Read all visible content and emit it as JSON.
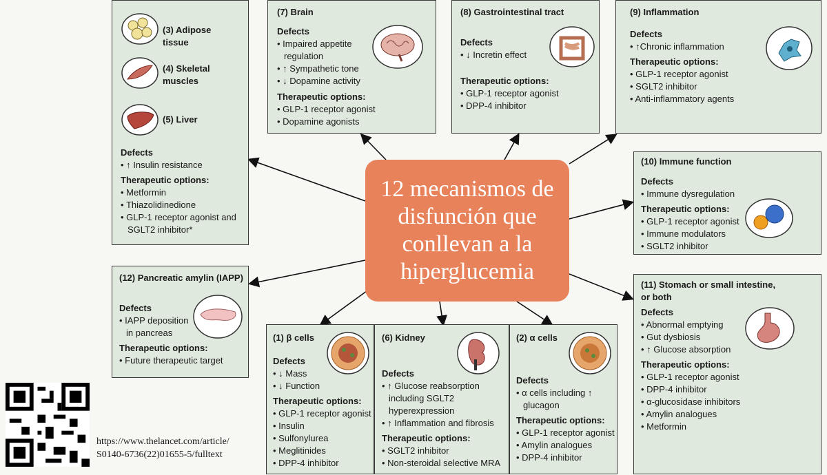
{
  "center_text": [
    "12 mecanismos de",
    "disfunción que",
    "conllevan a la",
    "hiperglucemia"
  ],
  "defects_label": "Defects",
  "therapy_label": "Therapeutic options:",
  "adipose_box": {
    "adipose_title": "(3) Adipose",
    "adipose_title2": "tissue",
    "muscle_title": "(4) Skeletal",
    "muscle_title2": "muscles",
    "liver_title": "(5) Liver",
    "defects": [
      "↑ Insulin resistance"
    ],
    "therapy": [
      "Metformin",
      "Thiazolidinedione",
      "GLP-1 receptor agonist and SGLT2 inhibitor*"
    ]
  },
  "brain": {
    "title": "(7) Brain",
    "defects": [
      "Impaired appetite regulation",
      "↑ Sympathetic tone",
      "↓ Dopamine activity"
    ],
    "therapy": [
      "GLP-1 receptor agonist",
      "Dopamine agonists"
    ]
  },
  "gi": {
    "title": "(8) Gastrointestinal  tract",
    "defects": [
      "↓ Incretin effect"
    ],
    "therapy": [
      "GLP-1 receptor agonist",
      "DPP-4 inhibitor"
    ]
  },
  "inflammation": {
    "title": "(9) Inflammation",
    "defects": [
      "↑Chronic inflammation"
    ],
    "therapy": [
      "GLP-1 receptor agonist",
      "SGLT2 inhibitor",
      "Anti-inflammatory agents"
    ]
  },
  "immune": {
    "title": "(10) Immune function",
    "defects": [
      "Immune dysregulation"
    ],
    "therapy": [
      "GLP-1 receptor agonist",
      "Immune modulators",
      "SGLT2 inhibitor"
    ]
  },
  "stomach": {
    "title": "(11) Stomach or small intestine,",
    "title2": "or both",
    "defects": [
      "Abnormal emptying",
      "Gut dysbiosis",
      "↑ Glucose absorption"
    ],
    "therapy": [
      "GLP-1 receptor agonist",
      "DPP-4 inhibitor",
      "α-glucosidase inhibitors",
      "Amylin analogues",
      "Metformin"
    ]
  },
  "amylin": {
    "title": "(12) Pancreatic amylin (IAPP)",
    "defects": [
      "IAPP deposition in pancreas"
    ],
    "therapy": [
      "Future therapeutic target"
    ]
  },
  "beta": {
    "title": "(1) β cells",
    "defects": [
      "↓ Mass",
      "↓ Function"
    ],
    "therapy": [
      "GLP-1 receptor agonist",
      "Insulin",
      "Sulfonylurea",
      "Meglitinides",
      "DPP-4 inhibitor"
    ]
  },
  "kidney": {
    "title": "(6) Kidney",
    "defects": [
      "↑ Glucose reabsorption including SGLT2 hyperexpression",
      "↑ Inflammation and fibrosis"
    ],
    "therapy": [
      "SGLT2 inhibitor",
      "Non-steroidal selective MRA"
    ]
  },
  "alpha": {
    "title": "(2) α cells",
    "defects": [
      "α cells including ↑ glucagon"
    ],
    "therapy": [
      "GLP-1 receptor agonist",
      "Amylin analogues",
      "DPP-4 inhibitor"
    ]
  },
  "url": [
    "https://www.thelancet.com/article/",
    "S0140-6736(22)01655-5/fulltext"
  ],
  "colors": {
    "box_fill": "#dfe9dd",
    "center_fill": "#e8825a"
  }
}
